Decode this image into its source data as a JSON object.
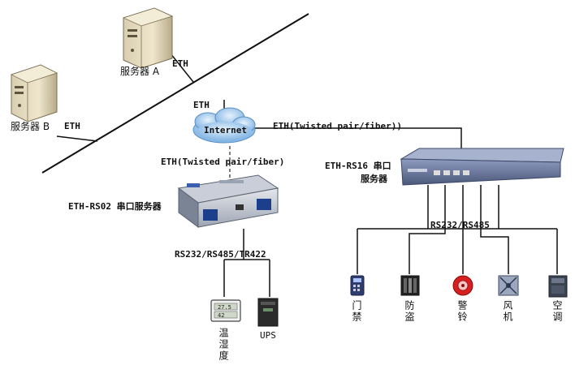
{
  "diagram": {
    "server_a_label": "服务器 A",
    "server_b_label": "服务器 B",
    "eth_label_1": "ETH",
    "eth_label_2": "ETH",
    "eth_label_3": "ETH",
    "internet_label": "Internet",
    "link_right_label": "ETH(Twisted pair/fiber))",
    "link_left_label": "ETH(Twisted pair/fiber)",
    "rs02_label": "ETH-RS02 串口服务器",
    "rs16_label_line1": "ETH-RS16 串口",
    "rs16_label_line2": "服务器",
    "rs02_serial_label": "RS232/RS485/TR422",
    "rs16_serial_label": "RS232/RS485",
    "left_devices": [
      {
        "name": "温湿度",
        "icon": "thermo-hygrometer-icon"
      },
      {
        "name": "UPS",
        "icon": "ups-icon"
      }
    ],
    "right_devices": [
      {
        "name": "门禁",
        "icon": "access-control-icon"
      },
      {
        "name": "防盗",
        "icon": "anti-theft-icon"
      },
      {
        "name": "警铃",
        "icon": "alarm-bell-icon"
      },
      {
        "name": "风机",
        "icon": "fan-icon"
      },
      {
        "name": "空调",
        "icon": "air-conditioner-icon"
      }
    ],
    "colors": {
      "line": "#111111",
      "dashed": "#555555",
      "cloud": "#8fbfe8",
      "device": "#5a6a8a",
      "alarm": "#d62020"
    }
  }
}
